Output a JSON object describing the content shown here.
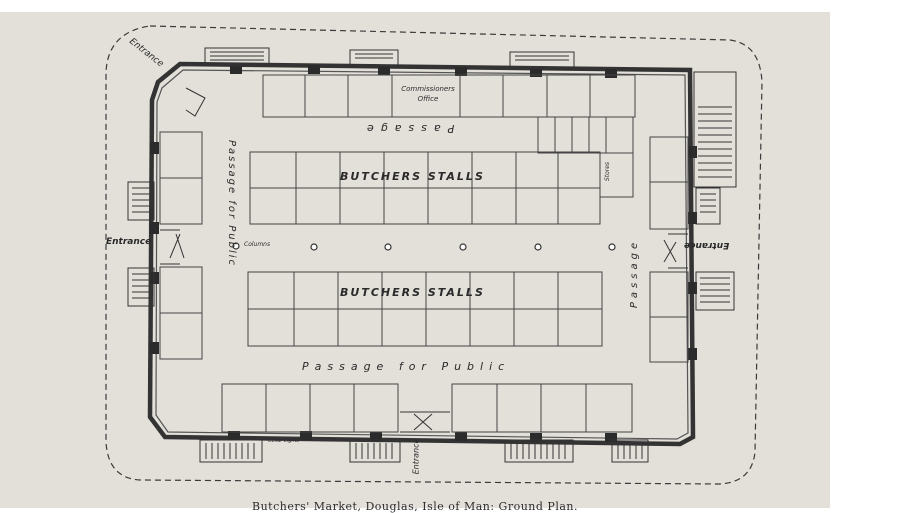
{
  "caption": "Butchers' Market, Douglas, Isle of Man: Ground Plan.",
  "labels": {
    "entrance_nw": "Entrance",
    "entrance_w": "Entrance",
    "entrance_e": "Entrance",
    "entrance_s": "Entrance",
    "commissioners_office": "Commissioners Office",
    "passage_top": "Passage",
    "stalls_upper": "BUTCHERS STALLS",
    "stalls_lower": "BUTCHERS STALLS",
    "passage_left": "Passage for Public",
    "passage_right": "Passage",
    "passage_bottom": "Passage for Public",
    "columns_note": "Columns",
    "stalls_side_note": "Stores",
    "lights_note": "Cellar Lights"
  }
}
